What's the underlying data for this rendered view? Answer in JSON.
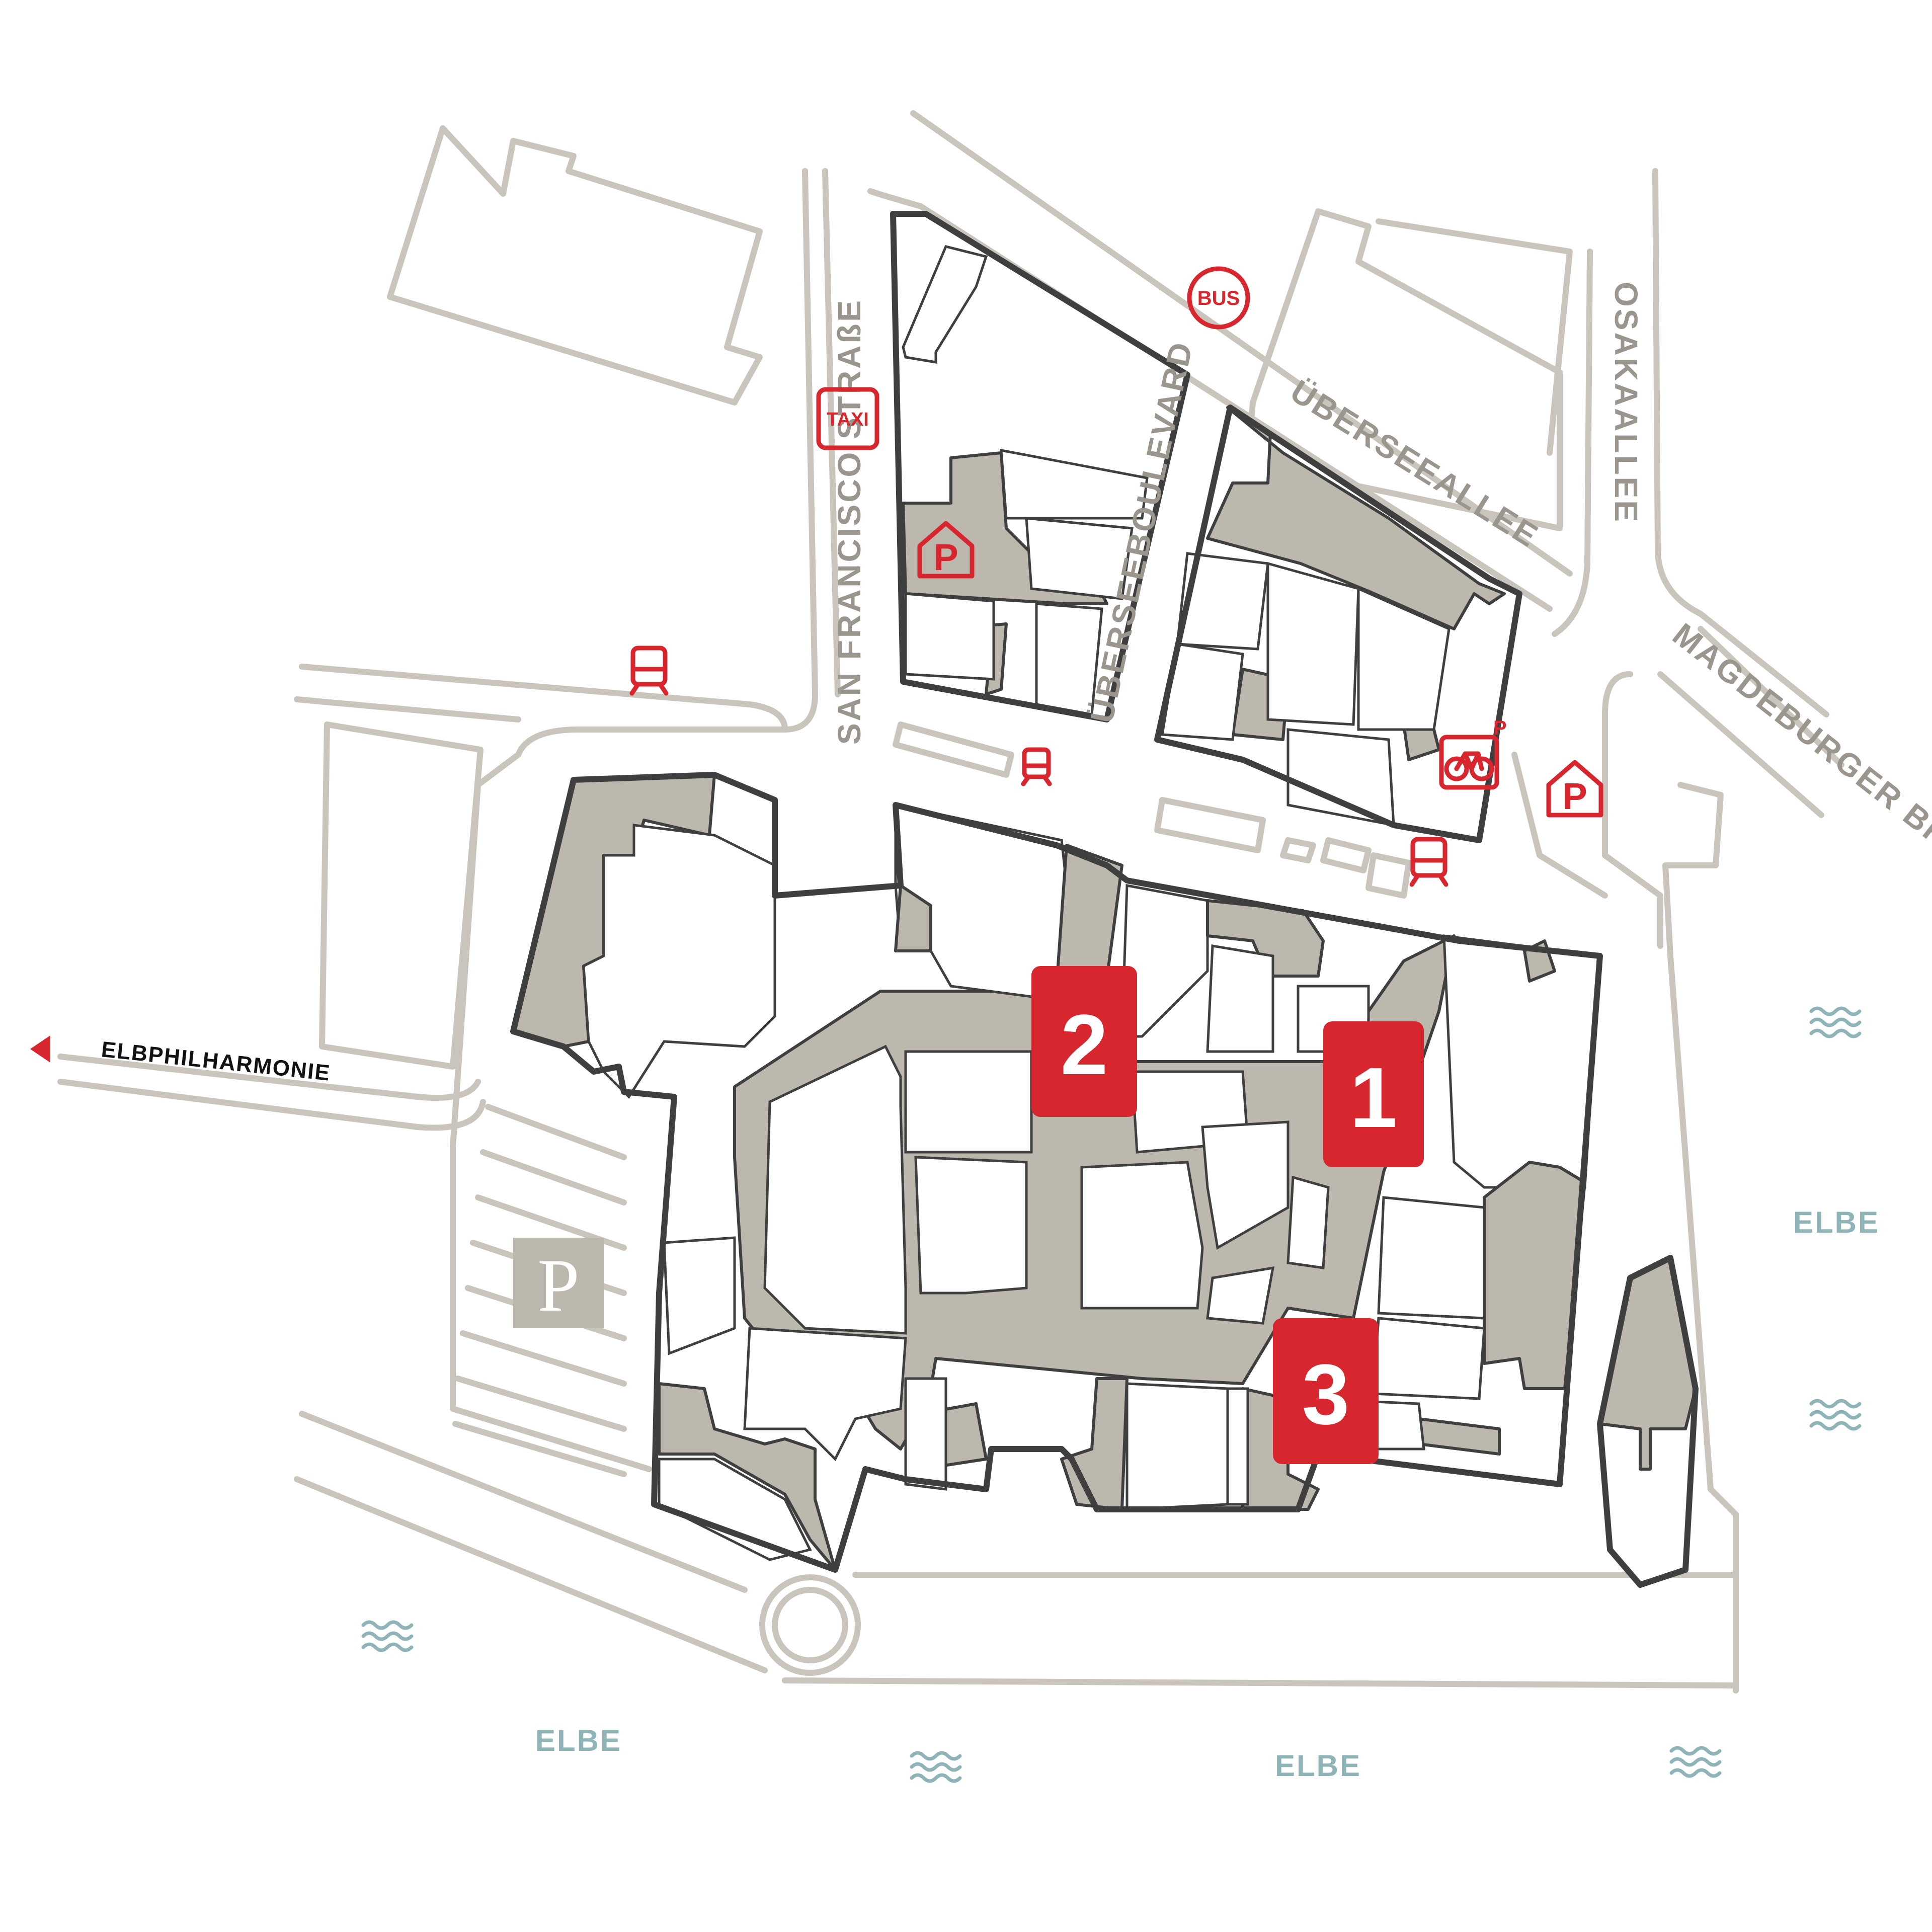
{
  "streets": {
    "san_francisco": "SAN FRANCISCO STRAßE",
    "ueberseeboulevard": "ÜBERSEEBOULEVARD",
    "ueberseeallee": "ÜBERSEEALLEE",
    "osakaallee": "OSAKAALLEE",
    "magdeburger": "MAGDEBURGER BRIDGE"
  },
  "water": {
    "elbe_right": "ELBE",
    "elbe_bottom_left": "ELBE",
    "elbe_bottom_center": "ELBE"
  },
  "poi": {
    "elbphilharmonie": "ELBPHILHARMONIE"
  },
  "icons": {
    "bus_label": "BUS",
    "taxi_label": "TAXI",
    "parking_letter": "P",
    "bike_parking_letter": "P"
  },
  "markers": [
    {
      "number": "1"
    },
    {
      "number": "2"
    },
    {
      "number": "3"
    }
  ],
  "colors": {
    "accent_red": "#d7262e",
    "building_fill": "#bcb8ae",
    "road_line": "#c9c4bc",
    "water_text": "#8fb4b8"
  }
}
